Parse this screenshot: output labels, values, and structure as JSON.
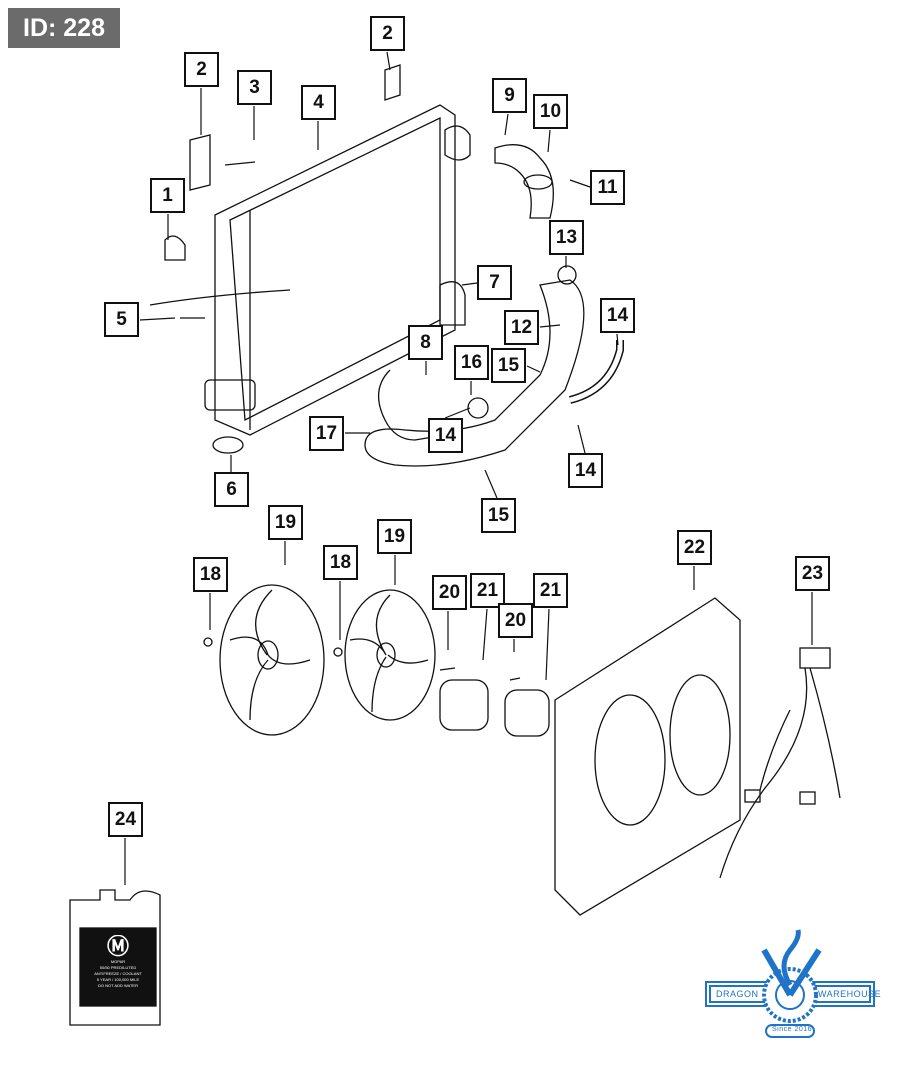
{
  "id_badge": "ID: 228",
  "callouts": [
    "2",
    "2",
    "3",
    "4",
    "1",
    "5",
    "6",
    "7",
    "8",
    "9",
    "10",
    "11",
    "13",
    "12",
    "14",
    "16",
    "15",
    "14",
    "17",
    "14",
    "15",
    "19",
    "18",
    "18",
    "19",
    "20",
    "21",
    "20",
    "21",
    "22",
    "23",
    "24"
  ],
  "coolant_label": {
    "brand": "MOPAR",
    "line1": "50/50 PREDILUTED",
    "line2": "ANTIFREEZE / COOLANT",
    "line3": "5 YEAR / 100,000 MILE",
    "line4": "DO NOT ADD WATER"
  },
  "logo": {
    "left": "DRAGON",
    "right": "WAREHOUSE",
    "since": "Since 2016"
  },
  "colors": {
    "logo_blue": "#1f73c9",
    "badge_gray": "#6b6b6b"
  }
}
